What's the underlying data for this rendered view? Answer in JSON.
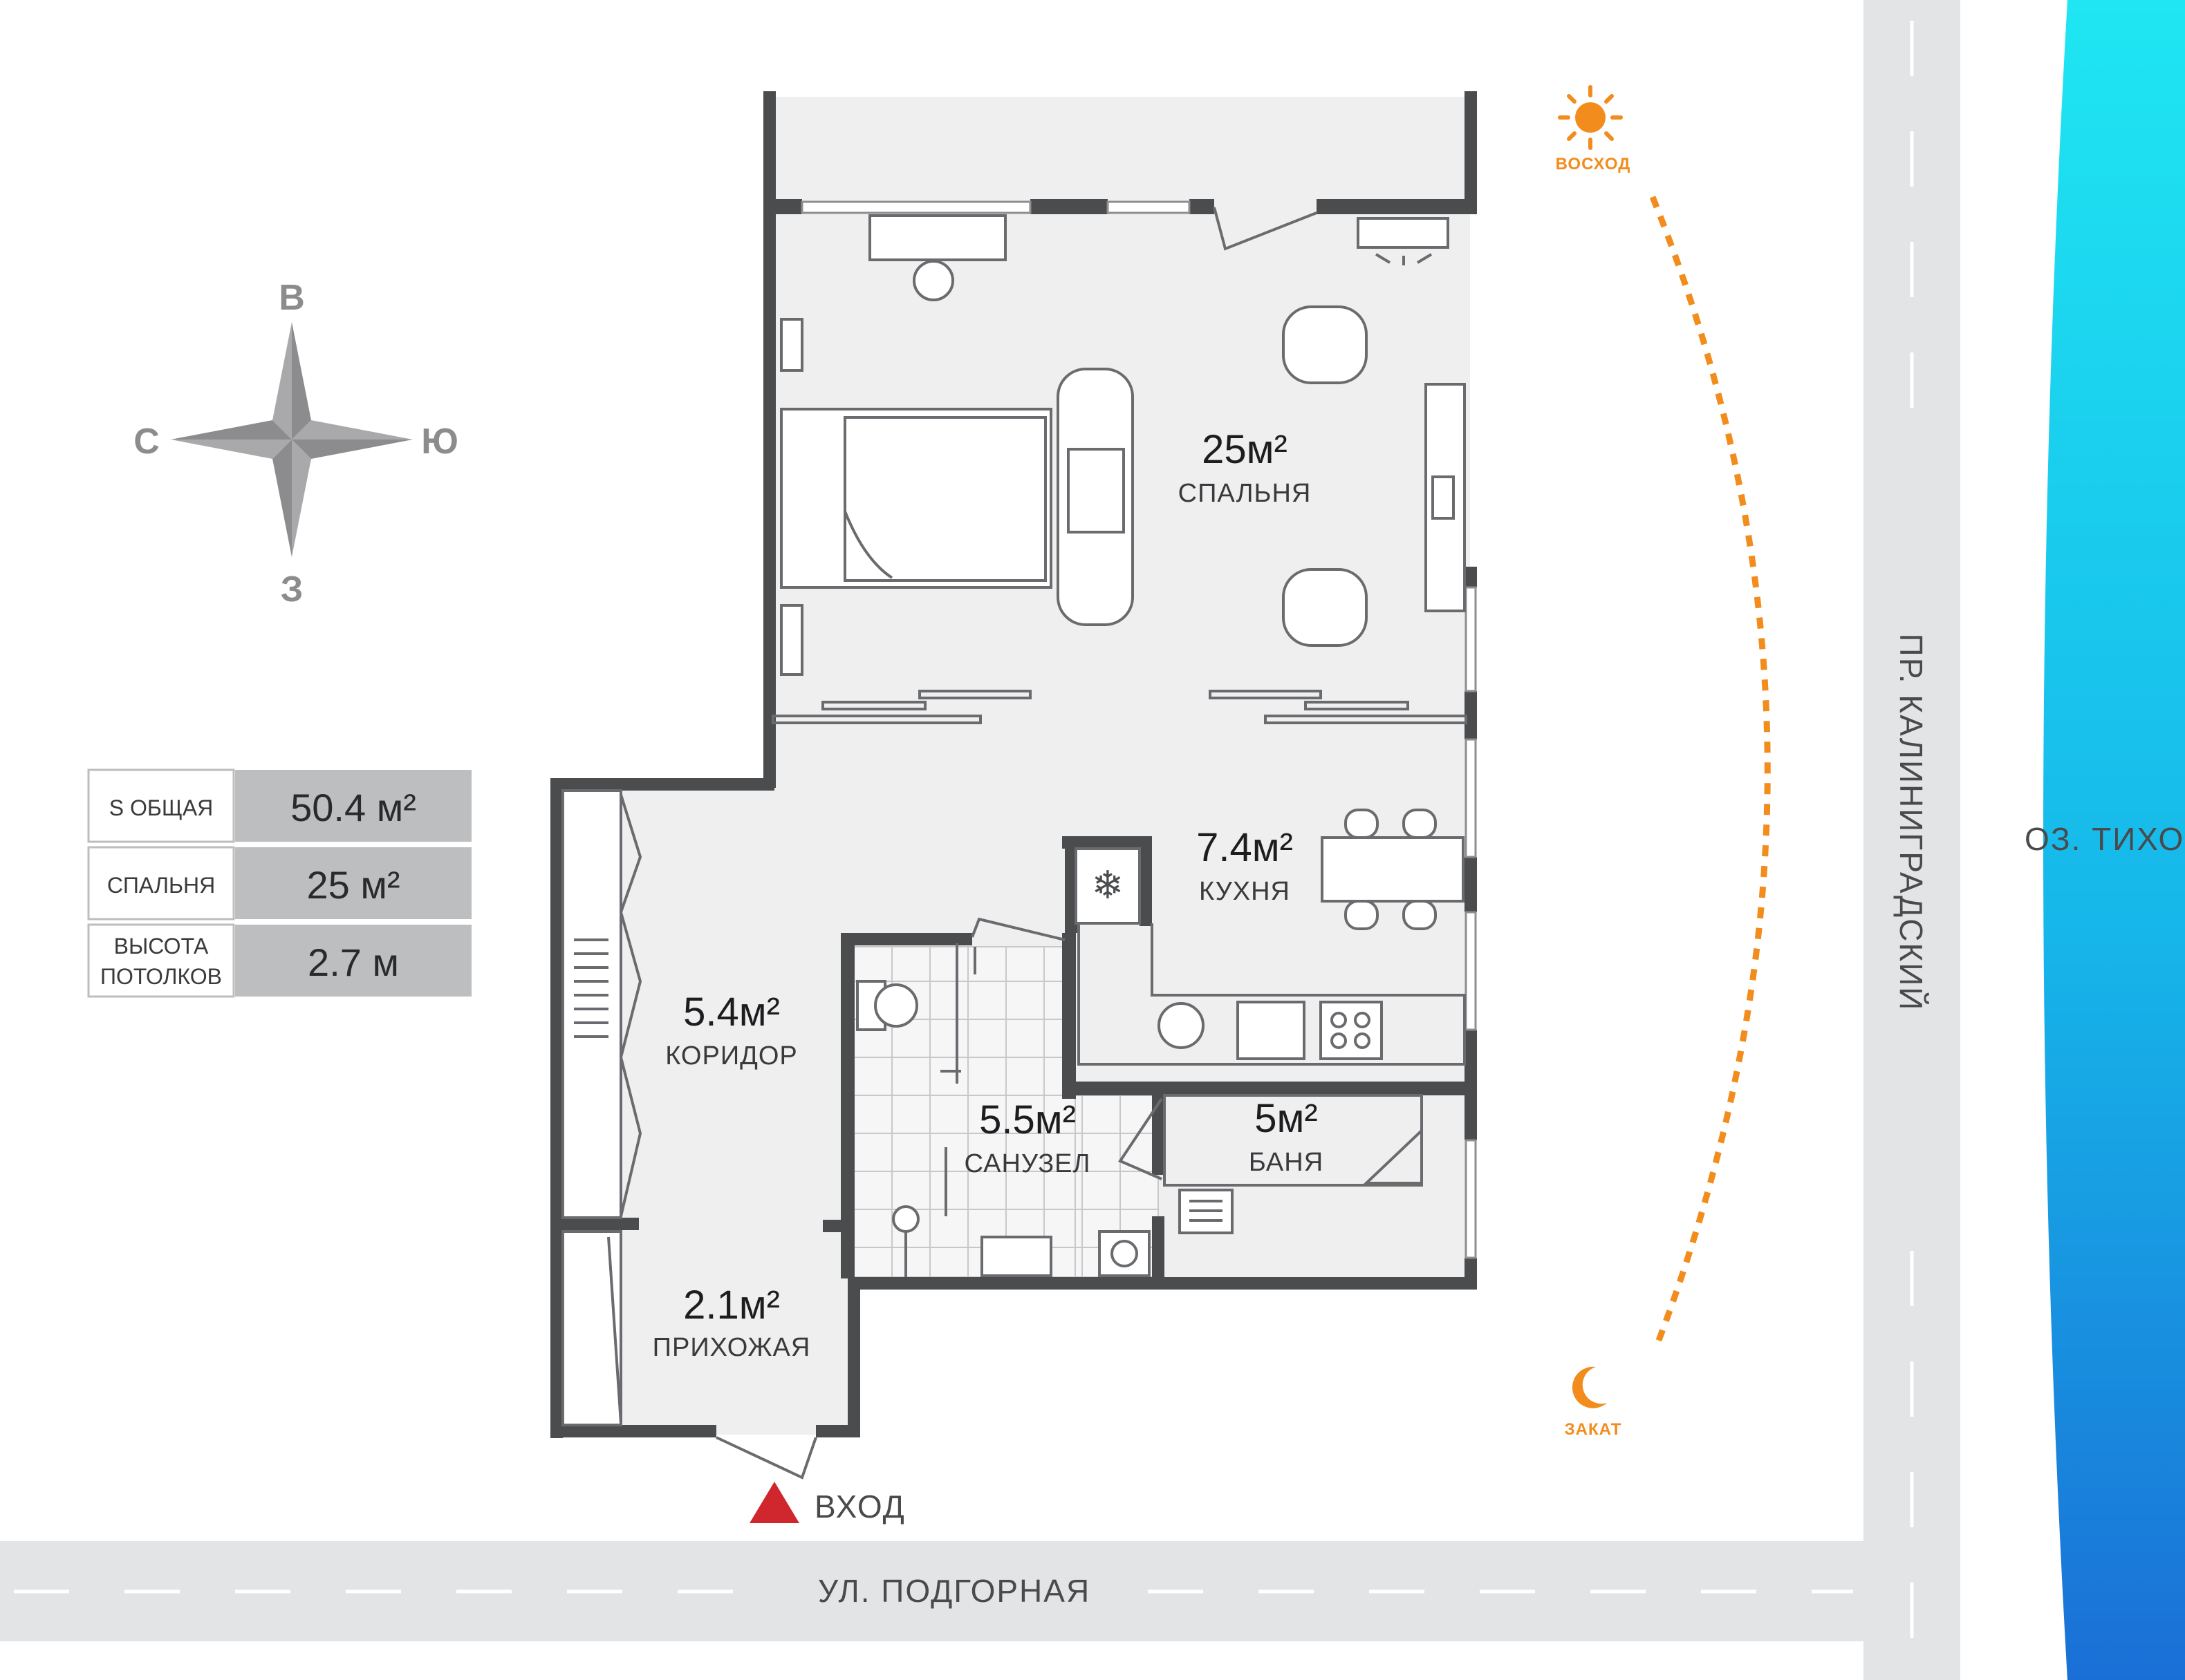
{
  "compass": {
    "north": "В",
    "south": "З",
    "west": "С",
    "east": "Ю"
  },
  "sun": {
    "sunrise": "ВОСХОД",
    "sunset": "ЗАКАТ",
    "sunrise_icon": "sun-icon",
    "sunset_icon": "moon-icon",
    "color": "#f28c1c"
  },
  "info_table": {
    "rows": [
      {
        "key_prefix": "S",
        "key": "ОБЩАЯ",
        "value": "50.4 м²"
      },
      {
        "key": "СПАЛЬНЯ",
        "value": "25 м²"
      },
      {
        "key_line1": "ВЫСОТА",
        "key_line2": "ПОТОЛКОВ",
        "value": "2.7 м"
      }
    ]
  },
  "rooms": {
    "bedroom": {
      "area": "25м²",
      "name": "СПАЛЬНЯ"
    },
    "kitchen": {
      "area": "7.4м²",
      "name": "КУХНЯ"
    },
    "corridor": {
      "area": "5.4м²",
      "name": "КОРИДОР"
    },
    "bathroom": {
      "area": "5.5м²",
      "name": "САНУЗЕЛ"
    },
    "sauna": {
      "area": "5м²",
      "name": "БАНЯ"
    },
    "hallway": {
      "area": "2.1м²",
      "name": "ПРИХОЖАЯ"
    }
  },
  "entrance": {
    "label": "ВХОД",
    "color": "#d0262e"
  },
  "streets": {
    "bottom": "УЛ. ПОДГОРНАЯ",
    "right": "ПР. КАЛИНИГРАДСКИЙ"
  },
  "lake": {
    "label": "ОЗ. ТИХОЕ"
  },
  "colors": {
    "road": "#e3e4e6",
    "wall": "#4b4c4e",
    "floor": "#efeff0",
    "lake_top": "#1fe4f2",
    "lake_bottom": "#1a78d8"
  }
}
